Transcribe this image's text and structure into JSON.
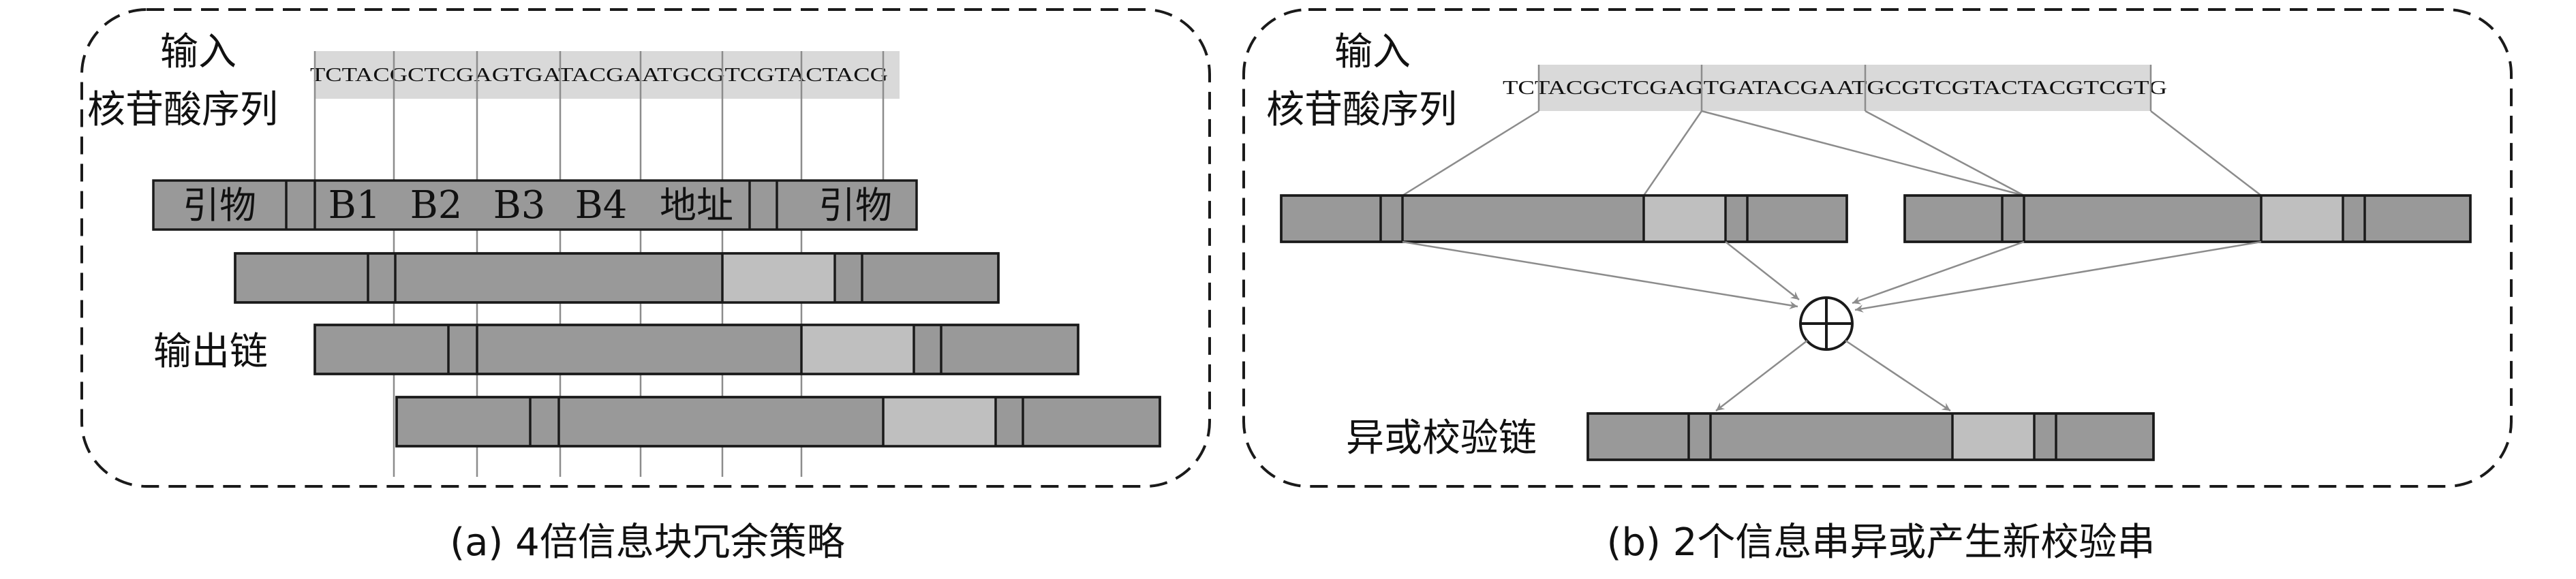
{
  "panel_a": {
    "input_label_line1": "输入",
    "input_label_line2": "核苷酸序列",
    "sequence": "TCTACGCTCGAGTGATACGAATGCGTCGTACTACG",
    "segments": {
      "primer_left": "引物",
      "b1": "B1",
      "b2": "B2",
      "b3": "B3",
      "b4": "B4",
      "address": "地址",
      "primer_right": "引物"
    },
    "output_label": "输出链",
    "caption": "(a) 4倍信息块冗余策略"
  },
  "panel_b": {
    "input_label_line1": "输入",
    "input_label_line2": "核苷酸序列",
    "sequence": "TCTACGCTCGAGTGATACGAATGCGTCGTACTACGTCGTG",
    "xor_symbol": "⊕",
    "xor_label": "异或校验链",
    "caption": "(b) 2个信息串异或产生新校验串"
  },
  "colors": {
    "dark_gray": "#999999",
    "light_gray": "#bfbfbf",
    "sequence_band": "#d9d9d9",
    "stroke": "#1a1a1a",
    "guide_line": "#8c8c8c"
  }
}
